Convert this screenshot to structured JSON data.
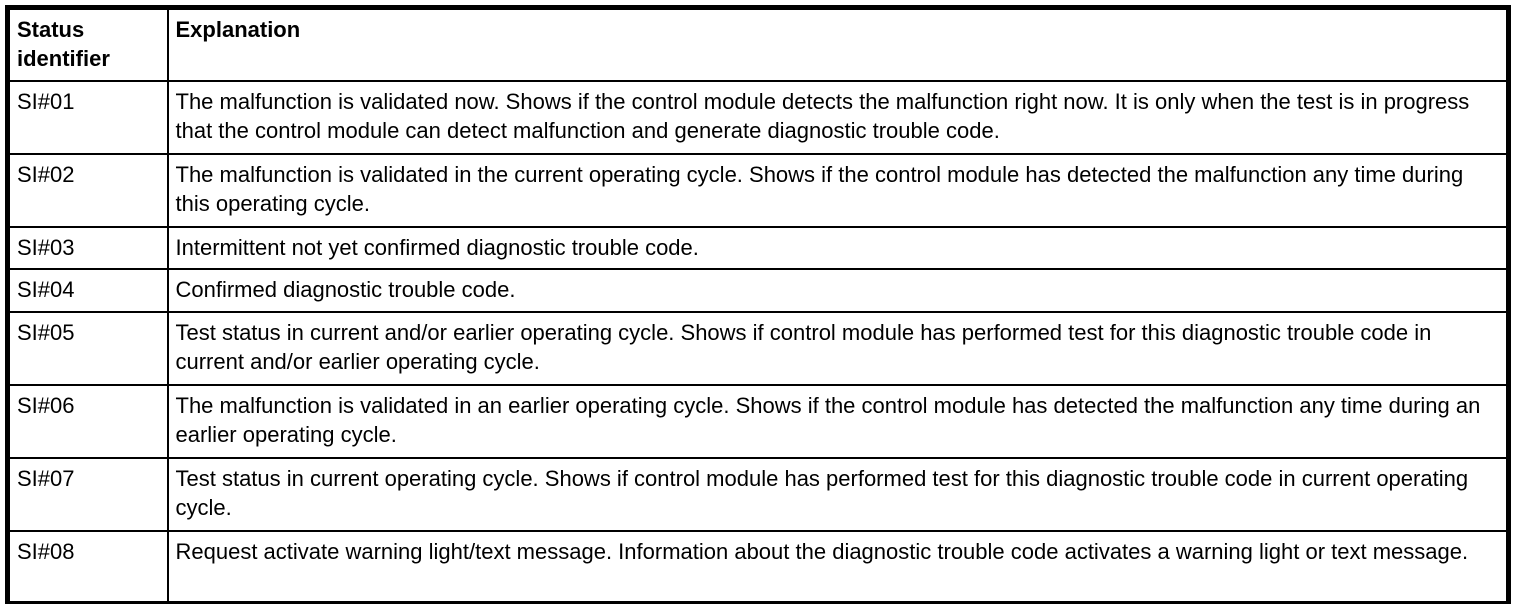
{
  "table": {
    "headers": {
      "status_identifier": "Status identifier",
      "explanation": "Explanation"
    },
    "rows": [
      {
        "id": "SI#01",
        "explanation": "The malfunction is validated now. Shows if the control module detects the malfunction right now. It is only when the test is in progress that the control module can detect malfunction and generate diagnostic trouble code."
      },
      {
        "id": "SI#02",
        "explanation": "The malfunction is validated in the current operating cycle. Shows if the control module has detected the malfunction any time during this operating cycle."
      },
      {
        "id": "SI#03",
        "explanation": "Intermittent not yet confirmed diagnostic trouble code."
      },
      {
        "id": "SI#04",
        "explanation": "Confirmed diagnostic trouble code."
      },
      {
        "id": "SI#05",
        "explanation": "Test status in current and/or earlier operating cycle. Shows if control module has performed test for this diagnostic trouble code in current and/or earlier operating cycle."
      },
      {
        "id": "SI#06",
        "explanation": "The malfunction is validated in an earlier operating cycle. Shows if the control module has detected the malfunction any time during an earlier operating cycle."
      },
      {
        "id": "SI#07",
        "explanation": "Test status in current operating cycle. Shows if control module has performed test for this diagnostic trouble code in current operating cycle."
      },
      {
        "id": "SI#08",
        "explanation": "Request activate warning light/text message. Information about the diagnostic trouble code activates a warning light or text message."
      }
    ]
  },
  "colors": {
    "border": "#000000",
    "text": "#000000",
    "background": "#ffffff"
  }
}
